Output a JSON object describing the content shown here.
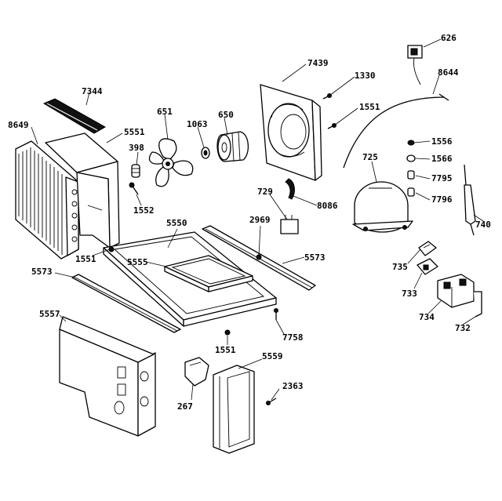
{
  "labels": [
    {
      "id": "626",
      "text": "626"
    },
    {
      "id": "7439",
      "text": "7439"
    },
    {
      "id": "1330",
      "text": "1330"
    },
    {
      "id": "8644",
      "text": "8644"
    },
    {
      "id": "7344",
      "text": "7344"
    },
    {
      "id": "1551a",
      "text": "1551"
    },
    {
      "id": "651",
      "text": "651"
    },
    {
      "id": "1063",
      "text": "1063"
    },
    {
      "id": "650",
      "text": "650"
    },
    {
      "id": "8649",
      "text": "8649"
    },
    {
      "id": "5551",
      "text": "5551"
    },
    {
      "id": "398",
      "text": "398"
    },
    {
      "id": "1556",
      "text": "1556"
    },
    {
      "id": "725",
      "text": "725"
    },
    {
      "id": "1566",
      "text": "1566"
    },
    {
      "id": "7795",
      "text": "7795"
    },
    {
      "id": "1552",
      "text": "1552"
    },
    {
      "id": "729",
      "text": "729"
    },
    {
      "id": "8086",
      "text": "8086"
    },
    {
      "id": "7796",
      "text": "7796"
    },
    {
      "id": "740",
      "text": "740"
    },
    {
      "id": "5550",
      "text": "5550"
    },
    {
      "id": "2969",
      "text": "2969"
    },
    {
      "id": "1551b",
      "text": "1551"
    },
    {
      "id": "5555",
      "text": "5555"
    },
    {
      "id": "5573a",
      "text": "5573"
    },
    {
      "id": "5573b",
      "text": "5573"
    },
    {
      "id": "735",
      "text": "735"
    },
    {
      "id": "733",
      "text": "733"
    },
    {
      "id": "734",
      "text": "734"
    },
    {
      "id": "5557",
      "text": "5557"
    },
    {
      "id": "7758",
      "text": "7758"
    },
    {
      "id": "732",
      "text": "732"
    },
    {
      "id": "1551c",
      "text": "1551"
    },
    {
      "id": "5559",
      "text": "5559"
    },
    {
      "id": "2363",
      "text": "2363"
    },
    {
      "id": "267",
      "text": "267"
    }
  ]
}
